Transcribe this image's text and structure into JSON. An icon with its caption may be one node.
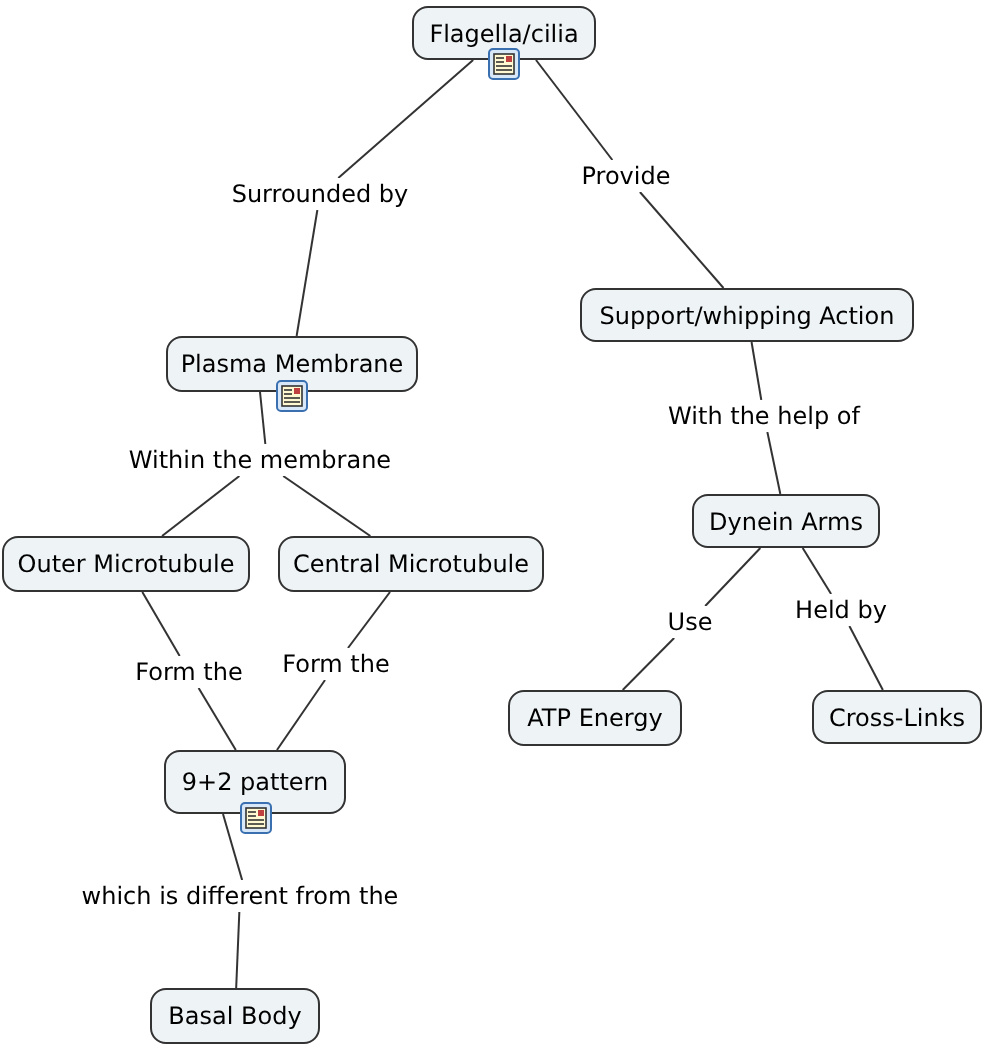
{
  "diagram": {
    "nodes": [
      {
        "text": [
          "Flagella/cilia"
        ]
      },
      {
        "text": [
          "Surrounded by"
        ]
      },
      {
        "text": [
          "Provide"
        ]
      },
      {
        "text": [
          "Plasma Membrane"
        ]
      },
      {
        "text": [
          "Support/whipping Action"
        ]
      },
      {
        "text": [
          "Within the membrane"
        ]
      },
      {
        "text": [
          "With the help of"
        ]
      },
      {
        "text": [
          "Outer Microtubule"
        ]
      },
      {
        "text": [
          "Central Microtubule"
        ]
      },
      {
        "text": [
          "Dynein Arms"
        ]
      },
      {
        "text": [
          "Form the"
        ]
      },
      {
        "text": [
          "Form the"
        ]
      },
      {
        "text": [
          "Use"
        ]
      },
      {
        "text": [
          "Held by"
        ]
      },
      {
        "text": [
          "ATP Energy"
        ]
      },
      {
        "text": [
          "Cross-Links"
        ]
      },
      {
        "text": [
          "9+2 pattern"
        ]
      },
      {
        "text": [
          "which is different from the"
        ]
      },
      {
        "text": [
          "Basal Body"
        ]
      }
    ],
    "edges": [
      {
        "from": 0,
        "to": 1,
        "arrow": "none"
      },
      {
        "from": 1,
        "to": 3,
        "arrow": "none"
      },
      {
        "from": 0,
        "to": 2,
        "arrow": "none"
      },
      {
        "from": 2,
        "to": 4,
        "arrow": "none"
      },
      {
        "from": 3,
        "to": 5,
        "arrow": "none"
      },
      {
        "from": 5,
        "to": 7,
        "arrow": "none"
      },
      {
        "from": 5,
        "to": 8,
        "arrow": "none"
      },
      {
        "from": 4,
        "to": 6,
        "arrow": "none"
      },
      {
        "from": 6,
        "to": 9,
        "arrow": "none"
      },
      {
        "from": 7,
        "to": 10,
        "arrow": "none"
      },
      {
        "from": 10,
        "to": 16,
        "arrow": "none"
      },
      {
        "from": 8,
        "to": 11,
        "arrow": "none"
      },
      {
        "from": 11,
        "to": 16,
        "arrow": "none"
      },
      {
        "from": 9,
        "to": 12,
        "arrow": "none"
      },
      {
        "from": 12,
        "to": 14,
        "arrow": "none"
      },
      {
        "from": 9,
        "to": 13,
        "arrow": "none"
      },
      {
        "from": 13,
        "to": 15,
        "arrow": "none"
      },
      {
        "from": 16,
        "to": 17,
        "arrow": "none"
      },
      {
        "from": 17,
        "to": 18,
        "arrow": "none"
      }
    ]
  }
}
